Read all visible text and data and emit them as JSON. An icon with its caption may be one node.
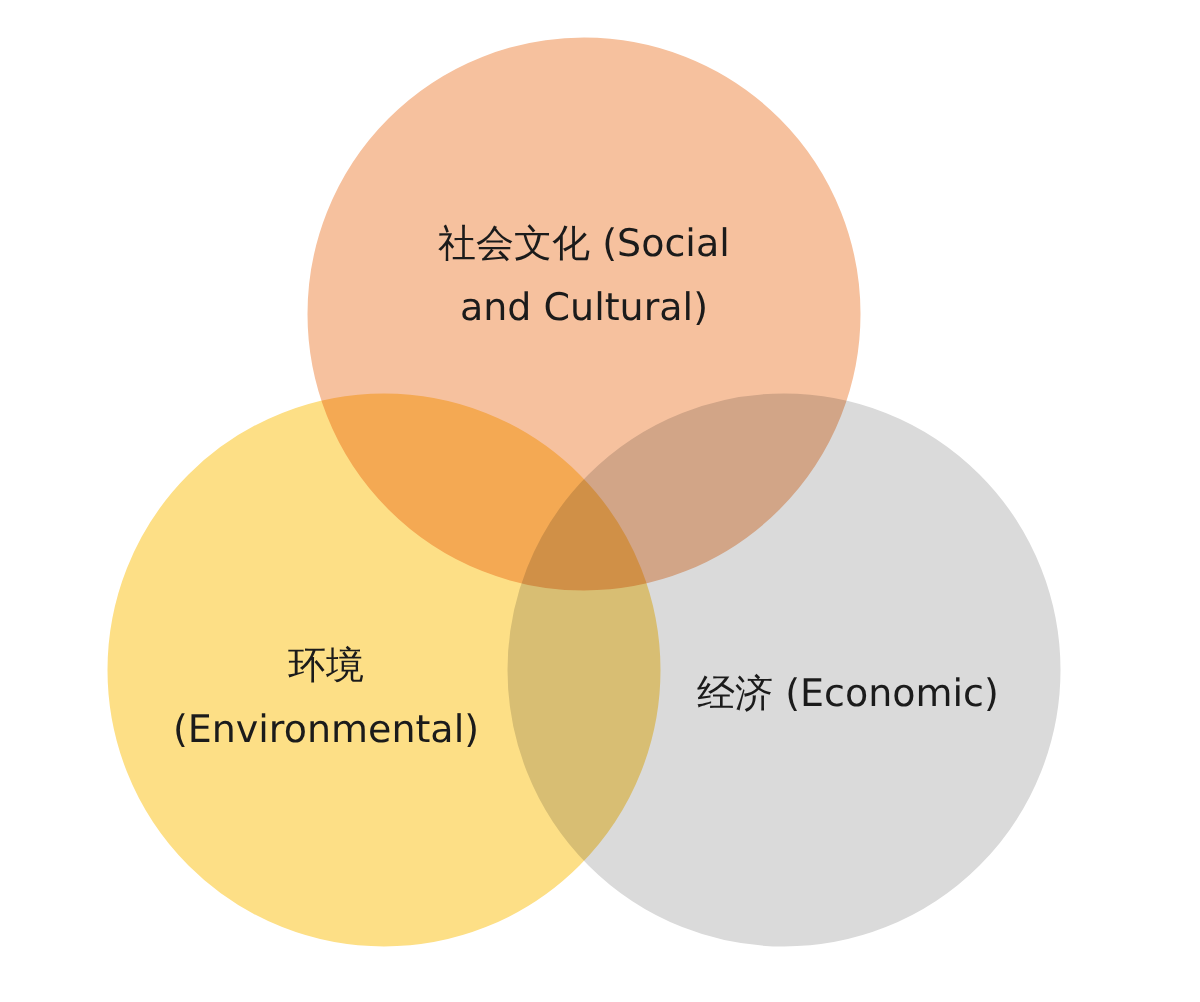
{
  "diagram": {
    "nodes": [
      {
        "text": [
          "社会文化 (Social and Cultural)"
        ]
      },
      {
        "text": [
          "环境 (Environmental)"
        ]
      },
      {
        "text": [
          "经济 (Economic)"
        ]
      }
    ]
  }
}
